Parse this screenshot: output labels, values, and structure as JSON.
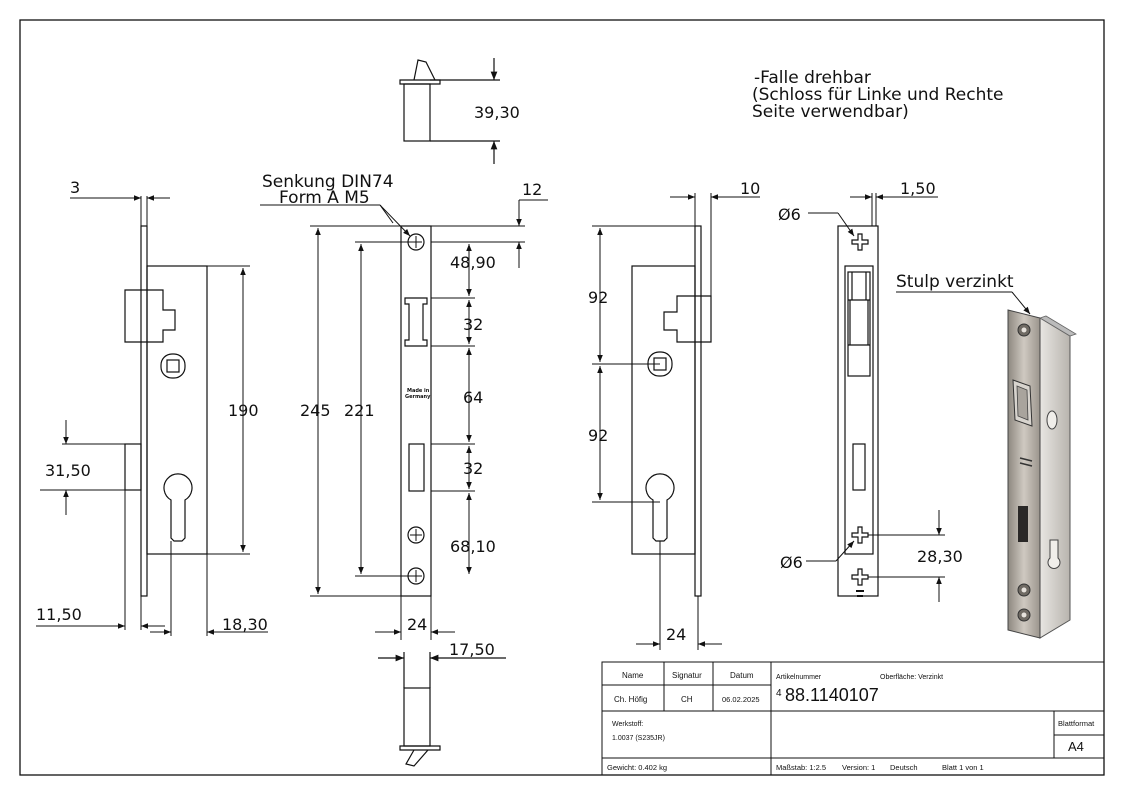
{
  "notes": {
    "falle_line1": "-Falle drehbar",
    "falle_line2": "(Schloss für Linke und Rechte",
    "falle_line3": "Seite verwendbar)",
    "senkung_line1": "Senkung DIN74",
    "senkung_line2": "Form A M5",
    "stulp": "Stulp verzinkt",
    "made_in_line1": "Made in",
    "made_in_line2": "Germany"
  },
  "dimensions": {
    "d_3": "3",
    "d_39_30": "39,30",
    "d_190": "190",
    "d_31_50": "31,50",
    "d_11_50": "11,50",
    "d_18_30": "18,30",
    "d_12": "12",
    "d_48_90": "48,90",
    "d_32a": "32",
    "d_64": "64",
    "d_32b": "32",
    "d_68_10": "68,10",
    "d_245": "245",
    "d_221": "221",
    "d_24a": "24",
    "d_17_50": "17,50",
    "d_10": "10",
    "d_92a": "92",
    "d_92b": "92",
    "d_24b": "24",
    "d_1_50": "1,50",
    "d_phi6a": "Ø6",
    "d_phi6b": "Ø6",
    "d_28_30": "28,30"
  },
  "title_block": {
    "col_name": "Name",
    "col_signatur": "Signatur",
    "col_datum": "Datum",
    "name": "Ch. Höfig",
    "signatur": "CH",
    "datum": "06.02.2025",
    "artikel_label": "Artikelnummer",
    "oberflaeche": "Oberfläche: Verzinkt",
    "artikel_prefix": "4",
    "artikel_nummer": "88.1140107",
    "werkstoff_label": "Werkstoff:",
    "werkstoff": "1.0037 (S235JR)",
    "blattformat_label": "Blattformat",
    "blattformat": "A4",
    "gewicht": "Gewicht: 0.402 kg",
    "massstab": "Maßstab: 1:2.5",
    "version": "Version: 1",
    "sprache": "Deutsch",
    "blatt": "Blatt 1 von 1"
  }
}
